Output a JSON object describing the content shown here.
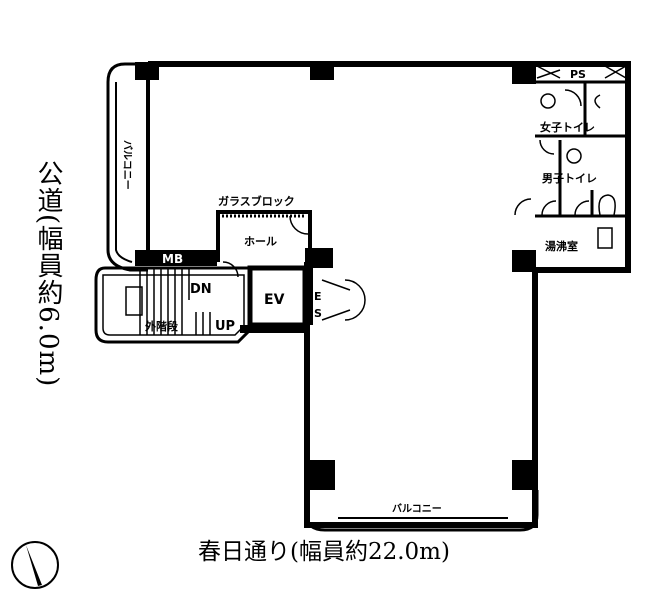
{
  "plan": {
    "rooms": {
      "ps": "PS",
      "womens_toilet": "女子トイレ",
      "mens_toilet": "男子トイレ",
      "kitchenette": "湯沸室",
      "balcony_left": "バルコニー",
      "balcony_bottom": "バルコニー",
      "glass_block": "ガラスブロック",
      "hall": "ホール",
      "mb": "MB",
      "stairs_down": "DN",
      "stairs_up": "UP",
      "external_stairs": "外階段",
      "elevator": "EV",
      "es_top": "E",
      "es_bottom": "S"
    },
    "roads": {
      "side_road": "公道(幅員約6.0m)",
      "front_road": "春日通り(幅員約22.0m)"
    }
  }
}
